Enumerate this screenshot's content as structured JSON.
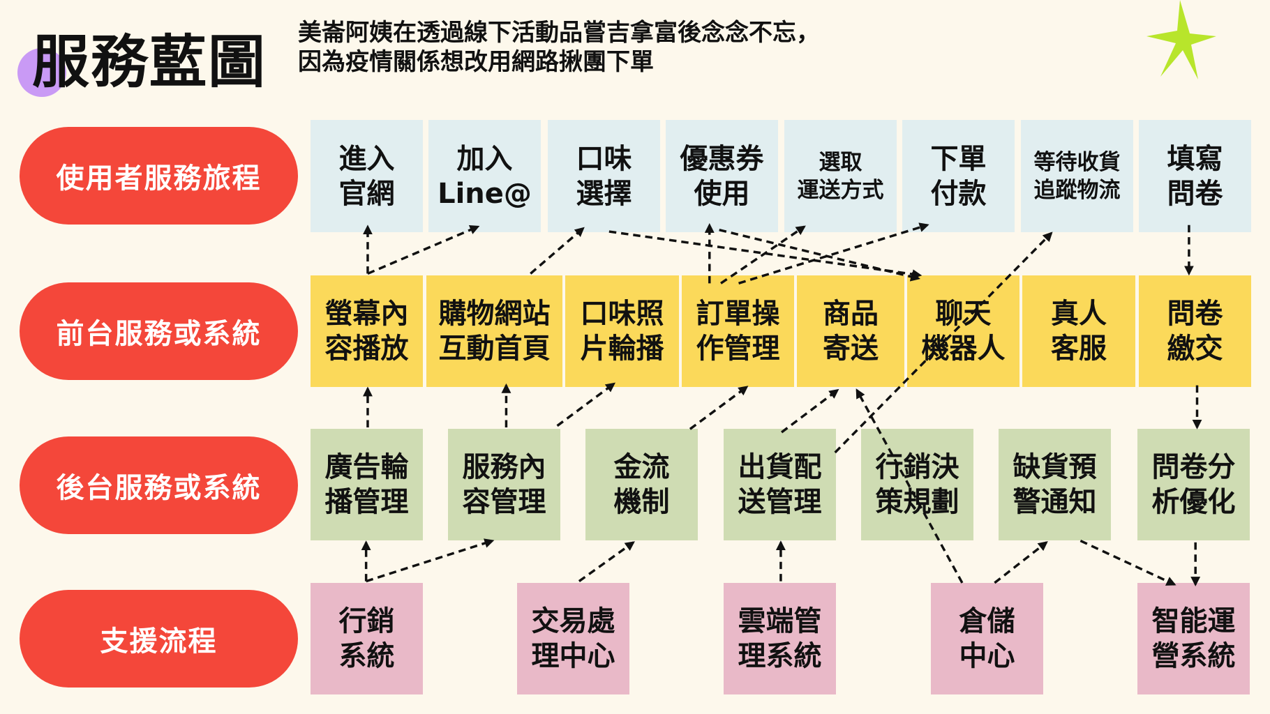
{
  "title": "服務藍圖",
  "subtitle": [
    "美崙阿姨在透過線下活動品嘗吉拿富後念念不忘，",
    "因為疫情關係想改用網路揪團下單"
  ],
  "rows": [
    {
      "label": "使用者服務旅程",
      "items": [
        "進入\n官網",
        "加入\nLine@",
        "口味\n選擇",
        "優惠券\n使用",
        "選取\n運送方式",
        "下單\n付款",
        "等待收貨\n追蹤物流",
        "填寫\n問卷"
      ]
    },
    {
      "label": "前台服務或系統",
      "items": [
        "螢幕內\n容播放",
        "購物網站\n互動首頁",
        "口味照\n片輪播",
        "訂單操\n作管理",
        "商品\n寄送",
        "聊天\n機器人",
        "真人\n客服",
        "問卷\n繳交"
      ]
    },
    {
      "label": "後台服務或系統",
      "items": [
        "廣告輪\n播管理",
        "服務內\n容管理",
        "金流\n機制",
        "出貨配\n送管理",
        "行銷決\n策規劃",
        "缺貨預\n警通知",
        "問卷分\n析優化"
      ]
    },
    {
      "label": "支援流程",
      "items": [
        "行銷\n系統",
        "交易處\n理中心",
        "雲端管\n理系統",
        "倉儲\n中心",
        "智能運\n營系統"
      ]
    }
  ],
  "colors": {
    "background": "#fdf8ec",
    "pill": "#f4473a",
    "journey": "#e1eef0",
    "frontstage": "#fbd95a",
    "backstage": "#cfdcb3",
    "support": "#e9b9c8",
    "star": "#b8e52b",
    "dot": "#c99af5"
  }
}
